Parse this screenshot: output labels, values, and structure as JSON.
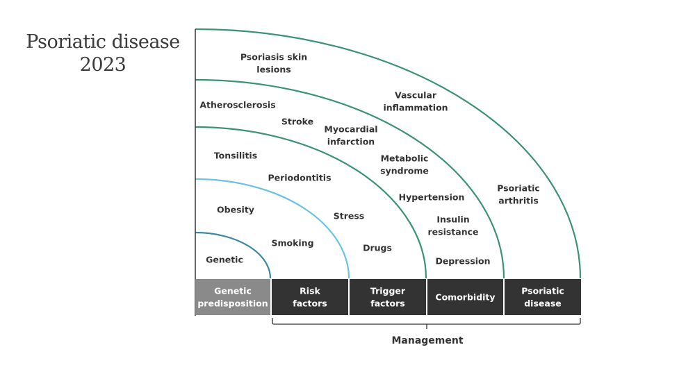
{
  "title": {
    "line1": "Psoriatic disease",
    "line2": "2023"
  },
  "colors": {
    "arc_genetic": "#3f87a3",
    "arc_risk": "#6ac2e3",
    "arc_outer": "#3b9278",
    "band_genetic": "#8a8a8a",
    "band_dark": "#333333",
    "axis": "#333333",
    "text": "#333333"
  },
  "bands": [
    {
      "lines": [
        "Genetic",
        "predisposition"
      ],
      "key": "genetic"
    },
    {
      "lines": [
        "Risk",
        "factors"
      ],
      "key": "risk"
    },
    {
      "lines": [
        "Trigger",
        "factors"
      ],
      "key": "trigger"
    },
    {
      "lines": [
        "Comorbidity"
      ],
      "key": "comorbidity"
    },
    {
      "lines": [
        "Psoriatic",
        "disease"
      ],
      "key": "disease"
    }
  ],
  "management_label": "Management",
  "labels": {
    "genetic": [
      [
        "Genetic"
      ]
    ],
    "risk": [
      [
        "Obesity"
      ],
      [
        "Smoking"
      ]
    ],
    "trigger": [
      [
        "Tonsilitis"
      ],
      [
        "Periodontitis"
      ],
      [
        "Stress"
      ],
      [
        "Drugs"
      ]
    ],
    "comorbidity": [
      [
        "Atherosclerosis"
      ],
      [
        "Stroke"
      ],
      [
        "Myocardial",
        "infarction"
      ],
      [
        "Metabolic",
        "syndrome"
      ],
      [
        "Hypertension"
      ],
      [
        "Insulin",
        "resistance"
      ],
      [
        "Depression"
      ]
    ],
    "disease": [
      [
        "Psoriasis skin",
        "lesions"
      ],
      [
        "Vascular",
        "inflammation"
      ],
      [
        "Psoriatic",
        "arthritis"
      ]
    ]
  }
}
